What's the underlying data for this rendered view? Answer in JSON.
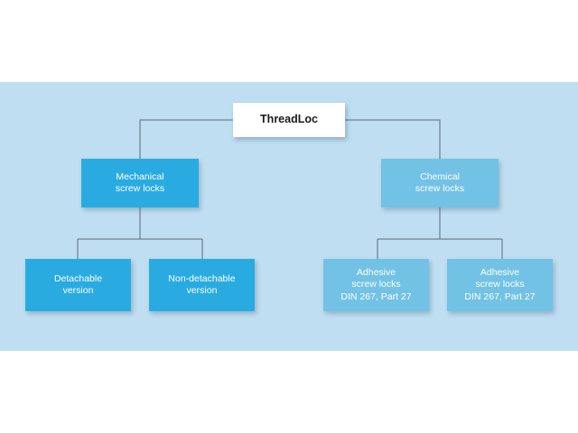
{
  "diagram": {
    "title": "ThreadLoc",
    "type": "hierarchy-tree",
    "background_color": "#bfdef2",
    "page_color": "#ffffff",
    "colors": {
      "root_fill": "#ffffff",
      "root_text": "#1a1a1a",
      "mechanical_branch_fill": "#29abe2",
      "chemical_branch_fill": "#72c2e5",
      "node_text": "#ffffff",
      "connector": "#5a6b75"
    },
    "root": {
      "label": "ThreadLoc"
    },
    "branches": [
      {
        "id": "mechanical",
        "lines": [
          "Mechanical",
          "screw locks"
        ],
        "fill": "#29abe2",
        "children": [
          {
            "id": "detachable",
            "lines": [
              "Detachable",
              "version"
            ],
            "fill": "#29abe2"
          },
          {
            "id": "non-detachable",
            "lines": [
              "Non-detachable",
              "version"
            ],
            "fill": "#29abe2"
          }
        ]
      },
      {
        "id": "chemical",
        "lines": [
          "Chemical",
          "screw locks"
        ],
        "fill": "#72c2e5",
        "children": [
          {
            "id": "adhesive-left",
            "lines": [
              "Adhesive",
              "screw locks",
              "DIN 267, Part 27"
            ],
            "fill": "#72c2e5"
          },
          {
            "id": "adhesive-right",
            "lines": [
              "Adhesive",
              "screw locks",
              "DIN 267, Part 27"
            ],
            "fill": "#72c2e5"
          }
        ]
      }
    ]
  }
}
